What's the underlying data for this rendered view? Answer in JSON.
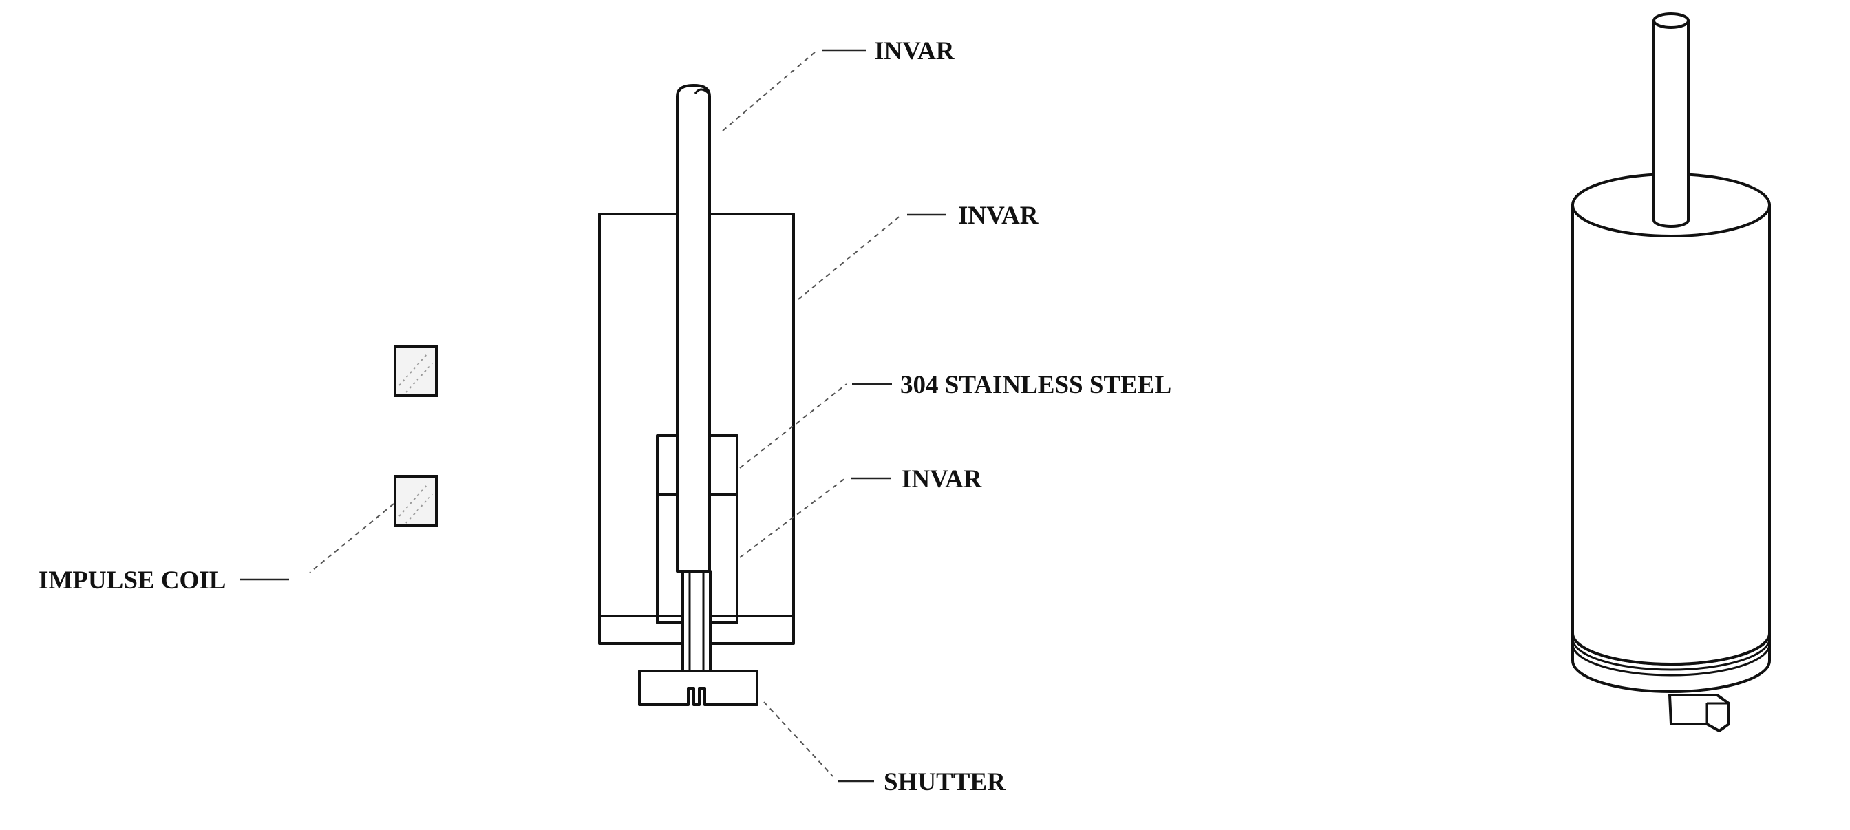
{
  "labels": {
    "invar_top": "INVAR",
    "invar_housing": "INVAR",
    "stainless_steel": "304 STAINLESS STEEL",
    "invar_lower": "INVAR",
    "shutter": "SHUTTER",
    "impulse_coil": "IMPULSE COIL"
  }
}
